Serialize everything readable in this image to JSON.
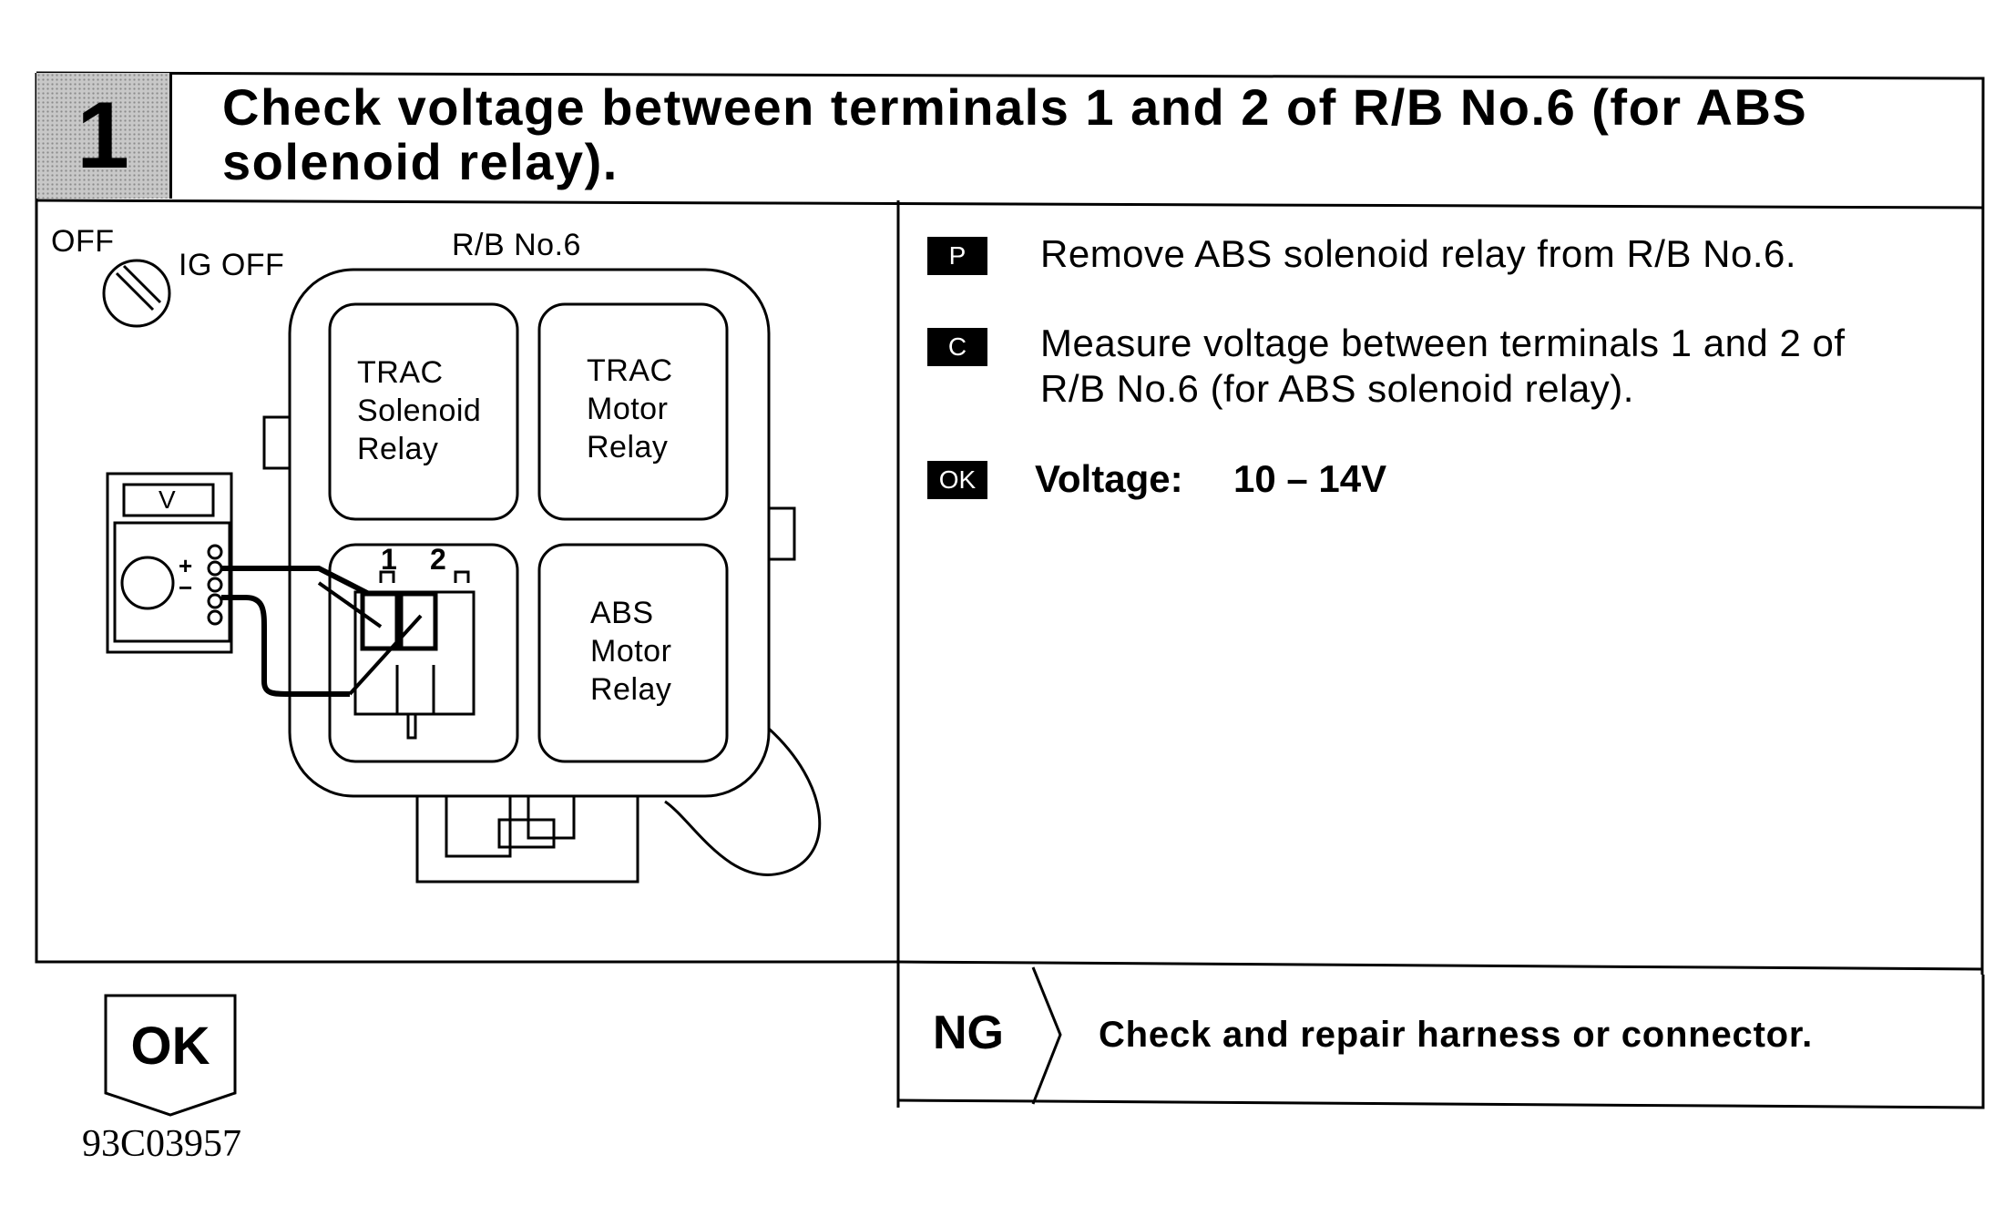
{
  "step": {
    "number": "1",
    "title": "Check voltage between terminals 1 and 2 of R/B No.6 (for ABS solenoid relay)."
  },
  "diagram": {
    "ignition_switch_label": "OFF",
    "ignition_state_label": "IG OFF",
    "relay_box_label": "R/B No.6",
    "meter_label": "V",
    "meter_plus": "+",
    "meter_minus": "−",
    "terminal_1": "1",
    "terminal_2": "2",
    "relays": {
      "trac_solenoid": [
        "TRAC",
        "Solenoid",
        "Relay"
      ],
      "trac_motor": [
        "TRAC",
        "Motor",
        "Relay"
      ],
      "abs_motor": [
        "ABS",
        "Motor",
        "Relay"
      ]
    }
  },
  "instructions": [
    {
      "badge": "P",
      "text": "Remove ABS solenoid relay from R/B No.6."
    },
    {
      "badge": "C",
      "text_line1": "Measure voltage between terminals 1 and 2 of",
      "text_line2": "R/B No.6 (for ABS solenoid relay)."
    },
    {
      "badge": "OK",
      "spec_label": "Voltage:",
      "spec_value": "10 – 14V"
    }
  ],
  "results": {
    "ng_label": "NG",
    "ng_action": "Check and repair harness or connector.",
    "ok_label": "OK"
  },
  "figure_code": "93C03957"
}
